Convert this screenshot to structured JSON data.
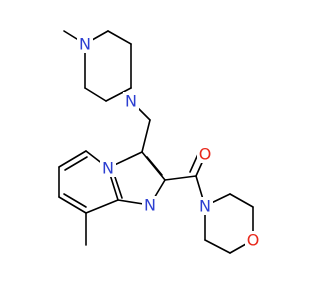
{
  "molecule": {
    "atoms": [
      {
        "id": "n_pip_top",
        "symbol": "N",
        "color": "#2C3FD1"
      },
      {
        "id": "n_pip_bottom",
        "symbol": "N",
        "color": "#2C3FD1"
      },
      {
        "id": "n_bridge",
        "symbol": "N",
        "color": "#2C3FD1"
      },
      {
        "id": "n_imid",
        "symbol": "N",
        "color": "#2C3FD1"
      },
      {
        "id": "o_carbonyl",
        "symbol": "O",
        "color": "#E8291C"
      },
      {
        "id": "n_morph",
        "symbol": "N",
        "color": "#2C3FD1"
      },
      {
        "id": "o_morph",
        "symbol": "O",
        "color": "#E8291C"
      }
    ],
    "bond_color": "#000000"
  }
}
